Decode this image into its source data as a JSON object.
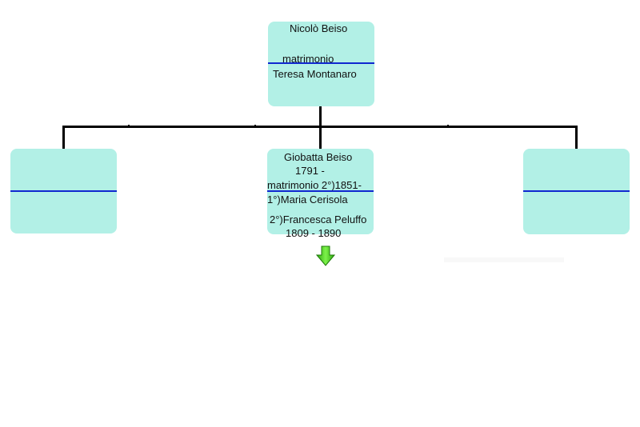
{
  "root": {
    "name": "Nicolò Beiso",
    "marriage_label": "matrimonio",
    "spouse": "Teresa Montanaro"
  },
  "children": [
    {
      "name": "",
      "spouse": ""
    },
    {
      "name": "Giobatta Beiso",
      "dates": "1791 -",
      "marriage_label": "matrimonio 2°)1851-",
      "spouse_1": "1°)Maria Cerisola",
      "spouse_2": "2°)Francesca Peluffo",
      "spouse_2_dates": "1809 - 1890"
    },
    {
      "name": "",
      "spouse": ""
    }
  ],
  "expand_arrow": {
    "icon": "green-down-arrow-icon",
    "color": "#33cc11"
  },
  "colors": {
    "node_fill": "#b2f0e6",
    "divider": "#1028d0",
    "connector": "#000000"
  }
}
